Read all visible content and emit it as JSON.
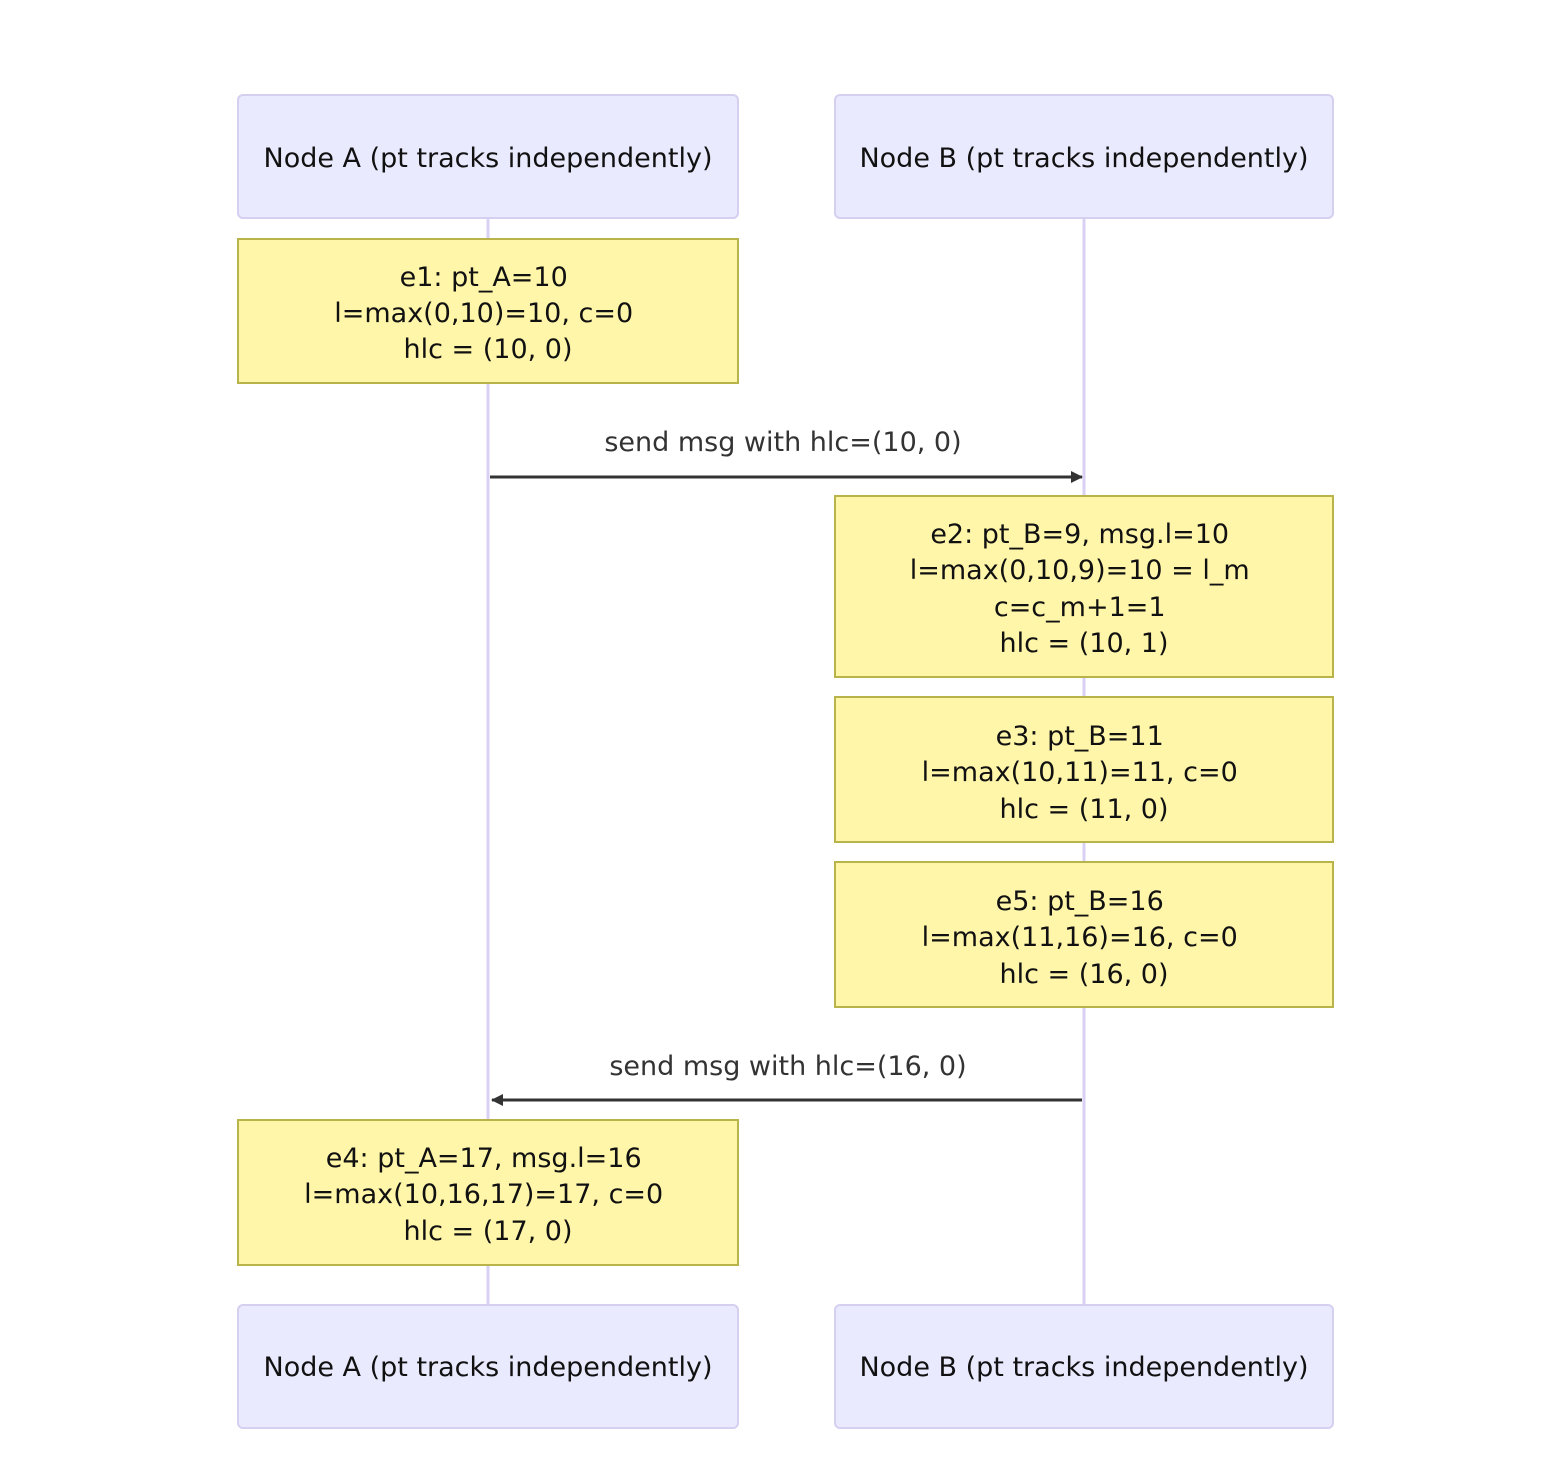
{
  "diagram_type": "sequence",
  "participants": [
    {
      "id": "A",
      "label": "Node A (pt tracks independently)"
    },
    {
      "id": "B",
      "label": "Node B (pt tracks independently)"
    }
  ],
  "steps": [
    {
      "kind": "note",
      "over": "A",
      "lines": [
        "e1: pt_A=10",
        "l=max(0,10)=10, c=0",
        "hlc = (10, 0)"
      ]
    },
    {
      "kind": "message",
      "from": "A",
      "to": "B",
      "label": "send msg with hlc=(10, 0)"
    },
    {
      "kind": "note",
      "over": "B",
      "lines": [
        "e2: pt_B=9, msg.l=10",
        "l=max(0,10,9)=10 = l_m",
        "c=c_m+1=1",
        "hlc = (10, 1)"
      ]
    },
    {
      "kind": "note",
      "over": "B",
      "lines": [
        "e3: pt_B=11",
        "l=max(10,11)=11, c=0",
        "hlc = (11, 0)"
      ]
    },
    {
      "kind": "note",
      "over": "B",
      "lines": [
        "e5: pt_B=16",
        "l=max(11,16)=16, c=0",
        "hlc = (16, 0)"
      ]
    },
    {
      "kind": "message",
      "from": "B",
      "to": "A",
      "label": "send msg with hlc=(16, 0)"
    },
    {
      "kind": "note",
      "over": "A",
      "lines": [
        "e4: pt_A=17, msg.l=16",
        "l=max(10,16,17)=17, c=0",
        "hlc = (17, 0)"
      ]
    }
  ],
  "colors": {
    "actor_fill": "#eaeaff",
    "actor_border": "#d5cff0",
    "lifeline": "#d9d1f3",
    "note_fill": "#fff6aa",
    "note_border": "#b8b44a",
    "arrow": "#333333"
  }
}
